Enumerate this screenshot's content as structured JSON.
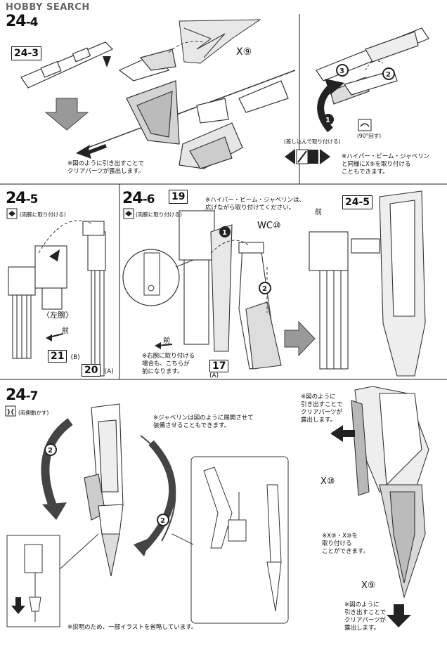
{
  "watermark": "HOBBY SEARCH",
  "steps": {
    "s24_4": {
      "num": "24",
      "sub": "-4",
      "ref": "24-3",
      "part_x9": "X",
      "part_x9_num": "⑨",
      "note_clear": "※図のように引き出すことで\nクリアパーツが露出します。",
      "turn_label": "(90°回す)",
      "insert_label": "(差し込んで取り付ける)",
      "note_attach": "※ハイパー・ビーム・ジャベリン\nと同様にX⑨を取り付ける\nこともできます。"
    },
    "s24_5": {
      "num": "24",
      "sub": "-5",
      "icon_label": "(両腕に取り付ける)",
      "left_arm": "〈左腕〉",
      "front": "前",
      "part21": "21",
      "part21_sub": "(B)",
      "part20": "20",
      "part20_sub": "(A)"
    },
    "s24_6": {
      "num": "24",
      "sub": "-6",
      "icon_label": "(両腕に取り付ける)",
      "ref19": "19",
      "note_javelin": "※ハイパー・ビーム・ジャベリンは、\n広げながら取り付けてください。",
      "wc": "WC",
      "wc_num": "⑩",
      "front": "前",
      "note_right": "※右腕に取り付ける\n場合も、こちらが\n前になります。",
      "part17": "17",
      "part17_sub": "(A)",
      "ref": "24-5"
    },
    "s24_7": {
      "num": "24",
      "sub": "-7",
      "icon_label": "(両側動かす)",
      "note_javelin": "※ジャベリンは図のように展開させて\n装備させることもできます。",
      "note_clear": "※図のように\n引き出すことで\nクリアパーツが\n露出します。",
      "x10": "X⑩",
      "note_remove": "※X⑨・X⑩を\n取り付ける\nことができます。",
      "x9": "X⑨",
      "note_clear2": "※図のように\n引き出すことで\nクリアパーツが\n露出します。",
      "note_omit": "※説明のため、一部イラストを省略しています。"
    }
  }
}
